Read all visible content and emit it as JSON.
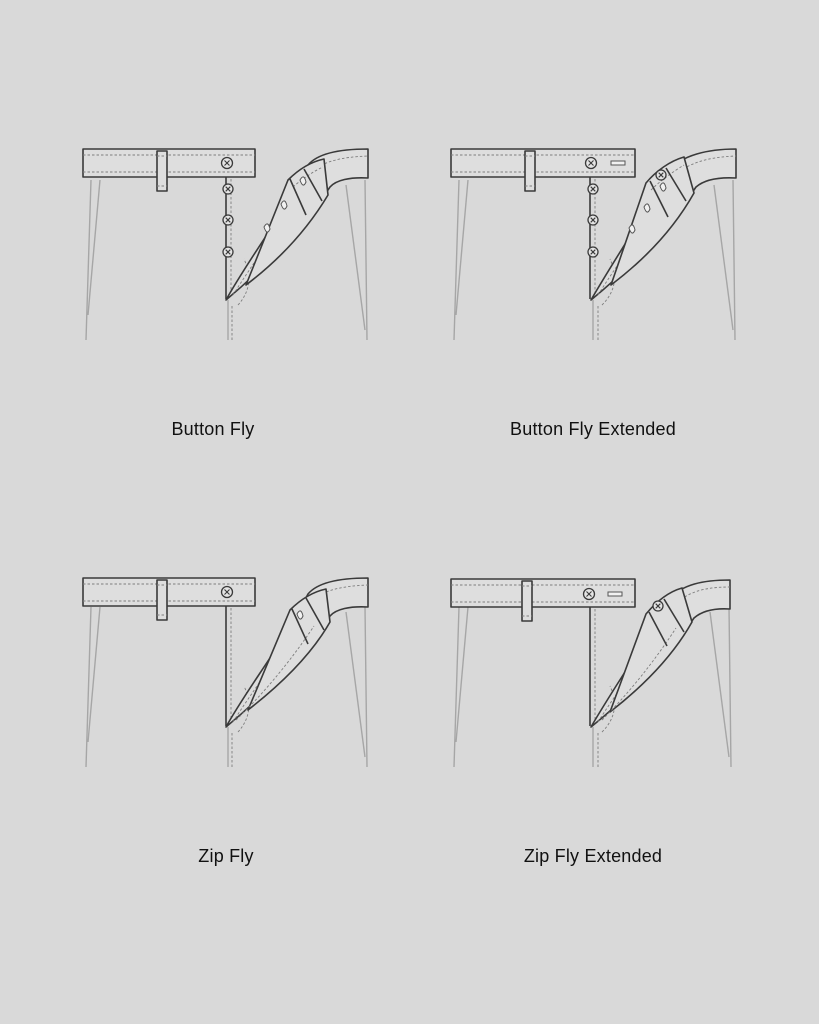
{
  "figures": [
    {
      "id": "button-fly",
      "label": "Button Fly",
      "closure": "buttons",
      "extended": false
    },
    {
      "id": "button-fly-extended",
      "label": "Button Fly Extended",
      "closure": "buttons",
      "extended": true
    },
    {
      "id": "zip-fly",
      "label": "Zip Fly",
      "closure": "zipper",
      "extended": false
    },
    {
      "id": "zip-fly-extended",
      "label": "Zip Fly Extended",
      "closure": "zipper",
      "extended": true
    }
  ],
  "colors": {
    "background": "#d9d9d9",
    "line": "#3a3a3a",
    "stitch": "#7d7d7d",
    "text": "#111111"
  }
}
